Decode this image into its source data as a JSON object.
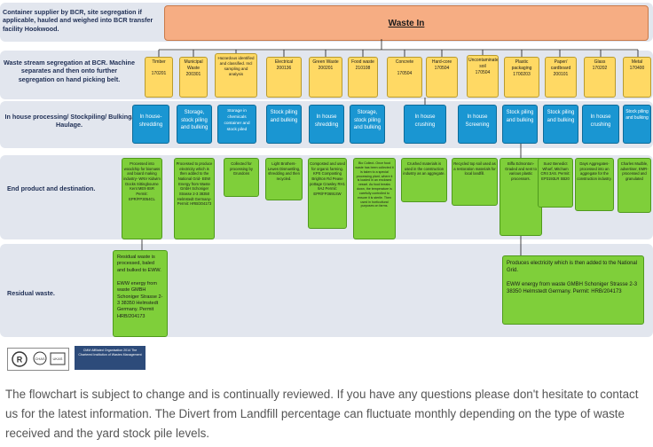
{
  "row_labels": {
    "supplier": "Container supplier by BCR, site segregation if applicable, hauled and weighed into BCR transfer facility Hookwood.",
    "segregation": "Waste stream segregation at BCR. Machine separates and then onto further segregation on hand picking belt.",
    "processing": "In house processing/ Stockpiling/ Bulking/ Haulage.",
    "end_product": "End product and destination.",
    "residual": "Residual waste."
  },
  "top_box": "Waste In",
  "waste_streams": [
    {
      "name": "Timber",
      "code": "170201"
    },
    {
      "name": "Municipal Waste",
      "code": "200301"
    },
    {
      "name": "Hazardous identified and classified. Incl sampling and analysis",
      "code": ""
    },
    {
      "name": "Electrical",
      "code": "200136"
    },
    {
      "name": "Green Waste",
      "code": "200201"
    },
    {
      "name": "Food waste",
      "code": "210108"
    },
    {
      "name": "Concrete",
      "code": "170504"
    },
    {
      "name": "Hard-core",
      "code": "170504"
    },
    {
      "name": "Uncontaminated soil",
      "code": "170504"
    },
    {
      "name": "Plastic packaging",
      "code": "1700203"
    },
    {
      "name": "Paper/ cardboard",
      "code": "200101"
    },
    {
      "name": "Glass",
      "code": "170202"
    },
    {
      "name": "Metal",
      "code": "170400"
    }
  ],
  "processing": [
    "In house-shredding",
    "Storage, stock piling and bulking",
    "Storage in chemicals container and stock piled",
    "Stock piling and bulking",
    "In house shredding",
    "Storage, stock piling and bulking",
    "In house crushing",
    "In house Screening",
    "Stock piling and bulking",
    "Stock piling and bulking",
    "In house crushing",
    "Stock piling and bulking"
  ],
  "end_products": [
    "Processed into woodchip for biomass and board making industry- WNV Kidwim Docks Sittingbourne Kent ME9 8SR Permit: EPR/FP3054CL",
    "Processed to produce electricity which is then added to the National Grid- EEW Energy from Waste GmbH Schoniger Strasse 2-3 38350 Helmstedt Germany- Permit: HRB/204173",
    "Collected for processing by Grundons",
    "Light Brothers- Lewes Dismantling, shredding and then recycled.",
    "Composted and used for organic farming. KPS Composting Brighton Rd Pease pottage Crawley RH1 9AJ Permit: EPR/FP3691SW",
    "Bio Collect- Once food waste has been collected it is taken to a special processing plant, where it is loaded in an enclosed vessel. As food breaks down, the temperature is carefully controlled to ensure it is sterile. Then used in horticultural purposes on farms.",
    "Crushed materials is used in the construction industry as an aggregate.",
    "Recycled top soil used as a restoration materials for local landfill.",
    "Biffa Edmonton- Graded and sent to various plastic processors.",
    "Suez Benedict Wharf, Mitcham CR4 3AS. Permit: EP3193LR SB20",
    "Days Aggregates- processed into an aggregate for the construction industry.",
    "Charles Mudble, advertiser, EMR- processed and granulated"
  ],
  "residual_left": "Residual waste is processed, baled and bulked to EWW.\n\nEWW energy from waste GMBH Schoniger Strasse 2-3 38350 Helmstedt Germany. Permit HRB/204173",
  "residual_right": "Produces electricity which is then added to the National Grid.\n\nEWW energy from waste GMBH Schoniger Strasse 2-3 38350 Helmstedt Germany. Permit: HRB/204173",
  "logos": {
    "cert_logo": "CHAS UKAS",
    "chmm": "CMM Affiliated Organisation 2014 The Chartered Institution of Wastes Management"
  },
  "footer": "The flowchart is subject to change and is continually reviewed. If you have any questions please don't hesitate to contact us for the latest information. The Divert from Landfill percentage can fluctuate monthly depending on the type of waste received and the yard stock pile levels.",
  "colors": {
    "band": "#e2e6ee",
    "top_box": "#f6ad83",
    "waste_stream": "#ffd964",
    "processing": "#1a96d2",
    "end_product": "#7fcf3a",
    "label_text": "#1f2f55"
  }
}
